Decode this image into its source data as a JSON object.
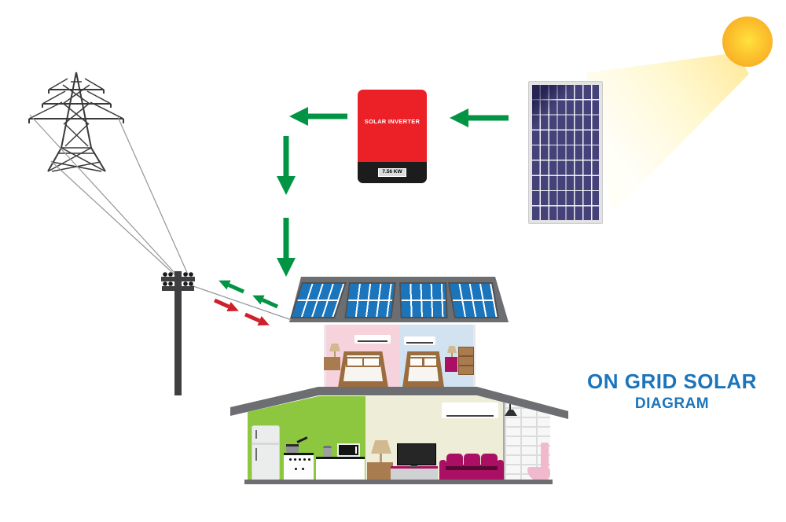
{
  "title": {
    "line1": "ON GRID SOLAR",
    "line2": "DIAGRAM"
  },
  "inverter": {
    "label": "SOLAR INVERTER",
    "capacity": "7.56 KW"
  },
  "colors": {
    "accent_blue": "#1b75bc",
    "arrow_green": "#009444",
    "arrow_red": "#cd2029",
    "inverter_red": "#ec2027",
    "panel_cell_blue": "#1b75bc",
    "panel_cell_dark": "#454279",
    "roof_gray": "#6d6e71",
    "kitchen_green": "#8dc63f",
    "bedroom_pink": "#f6d2dc",
    "bedroom_blue": "#d2e2f0",
    "living_cream": "#eeedd8",
    "sofa_magenta": "#aa0f63",
    "sun_core": "#ffe23c",
    "sun_edge": "#f59f1e",
    "wood_brown": "#a97c50",
    "bed_frame": "#9b6c3e",
    "lamp_tan": "#d3b98f"
  }
}
